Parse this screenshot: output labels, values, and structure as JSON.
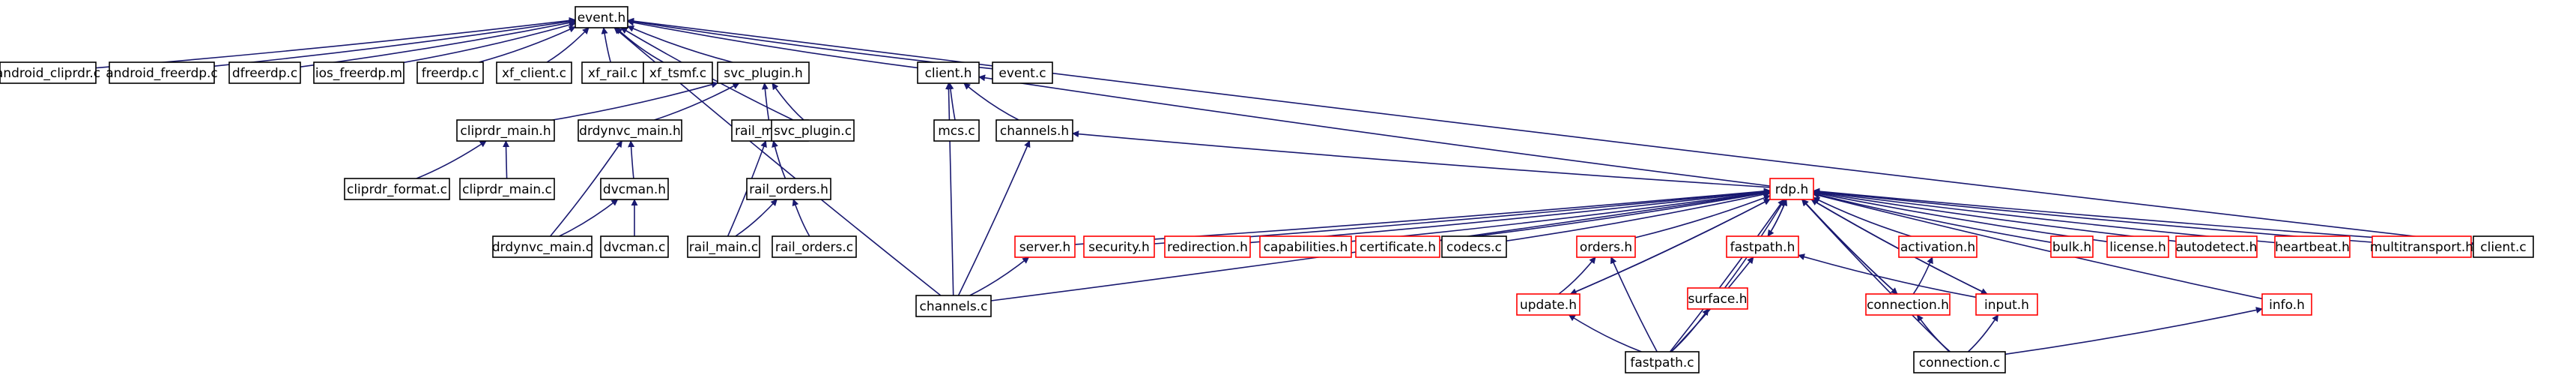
{
  "colors": {
    "edge": "#191970",
    "border_normal": "#000000",
    "border_truncated": "#ff0000",
    "focus_fill": "#bfbfbf"
  },
  "nodes": [
    {
      "id": "event_h",
      "label": "event.h",
      "style": "focus"
    },
    {
      "id": "android_cliprdr_c",
      "label": "android_cliprdr.c",
      "style": "normal"
    },
    {
      "id": "android_freerdp_c",
      "label": "android_freerdp.c",
      "style": "normal"
    },
    {
      "id": "dfreerdp_c",
      "label": "dfreerdp.c",
      "style": "normal"
    },
    {
      "id": "ios_freerdp_m",
      "label": "ios_freerdp.m",
      "style": "normal"
    },
    {
      "id": "freerdp_c",
      "label": "freerdp.c",
      "style": "normal"
    },
    {
      "id": "xf_client_c",
      "label": "xf_client.c",
      "style": "normal"
    },
    {
      "id": "xf_rail_c",
      "label": "xf_rail.c",
      "style": "normal"
    },
    {
      "id": "xf_tsmf_c",
      "label": "xf_tsmf.c",
      "style": "normal"
    },
    {
      "id": "svc_plugin_h",
      "label": "svc_plugin.h",
      "style": "normal"
    },
    {
      "id": "client_h",
      "label": "client.h",
      "style": "normal"
    },
    {
      "id": "event_c",
      "label": "event.c",
      "style": "normal"
    },
    {
      "id": "cliprdr_main_h",
      "label": "cliprdr_main.h",
      "style": "normal"
    },
    {
      "id": "drdynvc_main_h",
      "label": "drdynvc_main.h",
      "style": "normal"
    },
    {
      "id": "rail_main_h",
      "label": "rail_main.h",
      "style": "normal"
    },
    {
      "id": "svc_plugin_c",
      "label": "svc_plugin.c",
      "style": "normal"
    },
    {
      "id": "mcs_c",
      "label": "mcs.c",
      "style": "normal"
    },
    {
      "id": "channels_h",
      "label": "channels.h",
      "style": "normal"
    },
    {
      "id": "cliprdr_format_c",
      "label": "cliprdr_format.c",
      "style": "normal"
    },
    {
      "id": "cliprdr_main_c",
      "label": "cliprdr_main.c",
      "style": "normal"
    },
    {
      "id": "dvcman_h",
      "label": "dvcman.h",
      "style": "normal"
    },
    {
      "id": "rail_orders_h",
      "label": "rail_orders.h",
      "style": "normal"
    },
    {
      "id": "drdynvc_main_c",
      "label": "drdynvc_main.c",
      "style": "normal"
    },
    {
      "id": "dvcman_c",
      "label": "dvcman.c",
      "style": "normal"
    },
    {
      "id": "rail_main_c",
      "label": "rail_main.c",
      "style": "normal"
    },
    {
      "id": "rail_orders_c",
      "label": "rail_orders.c",
      "style": "normal"
    },
    {
      "id": "channels_c",
      "label": "channels.c",
      "style": "normal"
    },
    {
      "id": "rdp_h",
      "label": "rdp.h",
      "style": "truncated"
    },
    {
      "id": "server_h",
      "label": "server.h",
      "style": "truncated"
    },
    {
      "id": "security_h",
      "label": "security.h",
      "style": "truncated"
    },
    {
      "id": "redirection_h",
      "label": "redirection.h",
      "style": "truncated"
    },
    {
      "id": "capabilities_h",
      "label": "capabilities.h",
      "style": "truncated"
    },
    {
      "id": "certificate_h",
      "label": "certificate.h",
      "style": "truncated"
    },
    {
      "id": "codecs_c",
      "label": "codecs.c",
      "style": "normal"
    },
    {
      "id": "orders_h",
      "label": "orders.h",
      "style": "truncated"
    },
    {
      "id": "fastpath_h",
      "label": "fastpath.h",
      "style": "truncated"
    },
    {
      "id": "activation_h",
      "label": "activation.h",
      "style": "truncated"
    },
    {
      "id": "bulk_h",
      "label": "bulk.h",
      "style": "truncated"
    },
    {
      "id": "license_h",
      "label": "license.h",
      "style": "truncated"
    },
    {
      "id": "autodetect_h",
      "label": "autodetect.h",
      "style": "truncated"
    },
    {
      "id": "heartbeat_h",
      "label": "heartbeat.h",
      "style": "truncated"
    },
    {
      "id": "multitransport_h",
      "label": "multitransport.h",
      "style": "truncated"
    },
    {
      "id": "client_c",
      "label": "client.c",
      "style": "normal"
    },
    {
      "id": "update_h",
      "label": "update.h",
      "style": "truncated"
    },
    {
      "id": "surface_h",
      "label": "surface.h",
      "style": "truncated"
    },
    {
      "id": "connection_h",
      "label": "connection.h",
      "style": "truncated"
    },
    {
      "id": "input_h",
      "label": "input.h",
      "style": "truncated"
    },
    {
      "id": "info_h",
      "label": "info.h",
      "style": "truncated"
    },
    {
      "id": "fastpath_c",
      "label": "fastpath.c",
      "style": "normal"
    },
    {
      "id": "connection_c",
      "label": "connection.c",
      "style": "normal"
    }
  ],
  "edges": [
    [
      "android_cliprdr_c",
      "event_h"
    ],
    [
      "android_freerdp_c",
      "event_h"
    ],
    [
      "dfreerdp_c",
      "event_h"
    ],
    [
      "ios_freerdp_m",
      "event_h"
    ],
    [
      "freerdp_c",
      "event_h"
    ],
    [
      "xf_client_c",
      "event_h"
    ],
    [
      "xf_rail_c",
      "event_h"
    ],
    [
      "xf_tsmf_c",
      "event_h"
    ],
    [
      "svc_plugin_h",
      "event_h"
    ],
    [
      "client_h",
      "event_h"
    ],
    [
      "event_c",
      "event_h"
    ],
    [
      "channels_c",
      "event_h"
    ],
    [
      "svc_plugin_c",
      "event_h"
    ],
    [
      "client_c",
      "event_h"
    ],
    [
      "cliprdr_main_h",
      "svc_plugin_h"
    ],
    [
      "drdynvc_main_h",
      "svc_plugin_h"
    ],
    [
      "rail_main_h",
      "svc_plugin_h"
    ],
    [
      "svc_plugin_c",
      "svc_plugin_h"
    ],
    [
      "cliprdr_format_c",
      "cliprdr_main_h"
    ],
    [
      "cliprdr_main_c",
      "cliprdr_main_h"
    ],
    [
      "dvcman_h",
      "drdynvc_main_h"
    ],
    [
      "drdynvc_main_c",
      "drdynvc_main_h"
    ],
    [
      "drdynvc_main_c",
      "dvcman_h"
    ],
    [
      "dvcman_c",
      "dvcman_h"
    ],
    [
      "rail_main_c",
      "rail_main_h"
    ],
    [
      "rail_orders_h",
      "rail_main_h"
    ],
    [
      "rail_main_c",
      "rail_orders_h"
    ],
    [
      "rail_orders_c",
      "rail_orders_h"
    ],
    [
      "mcs_c",
      "client_h"
    ],
    [
      "channels_h",
      "client_h"
    ],
    [
      "channels_c",
      "client_h"
    ],
    [
      "rdp_h",
      "client_h"
    ],
    [
      "channels_c",
      "channels_h"
    ],
    [
      "rdp_h",
      "channels_h"
    ],
    [
      "server_h",
      "rdp_h"
    ],
    [
      "security_h",
      "rdp_h"
    ],
    [
      "redirection_h",
      "rdp_h"
    ],
    [
      "capabilities_h",
      "rdp_h"
    ],
    [
      "certificate_h",
      "rdp_h"
    ],
    [
      "codecs_c",
      "rdp_h"
    ],
    [
      "orders_h",
      "rdp_h"
    ],
    [
      "update_h",
      "rdp_h"
    ],
    [
      "fastpath_h",
      "rdp_h"
    ],
    [
      "surface_h",
      "rdp_h"
    ],
    [
      "activation_h",
      "rdp_h"
    ],
    [
      "connection_h",
      "rdp_h"
    ],
    [
      "input_h",
      "rdp_h"
    ],
    [
      "bulk_h",
      "rdp_h"
    ],
    [
      "license_h",
      "rdp_h"
    ],
    [
      "autodetect_h",
      "rdp_h"
    ],
    [
      "heartbeat_h",
      "rdp_h"
    ],
    [
      "multitransport_h",
      "rdp_h"
    ],
    [
      "client_c",
      "rdp_h"
    ],
    [
      "channels_c",
      "rdp_h"
    ],
    [
      "fastpath_c",
      "rdp_h"
    ],
    [
      "connection_c",
      "rdp_h"
    ],
    [
      "info_h",
      "rdp_h"
    ],
    [
      "channels_c",
      "server_h"
    ],
    [
      "update_h",
      "orders_h"
    ],
    [
      "fastpath_c",
      "orders_h"
    ],
    [
      "fastpath_c",
      "update_h"
    ],
    [
      "rdp_h",
      "update_h"
    ],
    [
      "rdp_h",
      "fastpath_h"
    ],
    [
      "input_h",
      "fastpath_h"
    ],
    [
      "fastpath_c",
      "fastpath_h"
    ],
    [
      "fastpath_c",
      "surface_h"
    ],
    [
      "connection_c",
      "connection_h"
    ],
    [
      "rdp_h",
      "connection_h"
    ],
    [
      "connection_h",
      "activation_h"
    ],
    [
      "connection_c",
      "input_h"
    ],
    [
      "rdp_h",
      "input_h"
    ],
    [
      "connection_c",
      "info_h"
    ]
  ]
}
